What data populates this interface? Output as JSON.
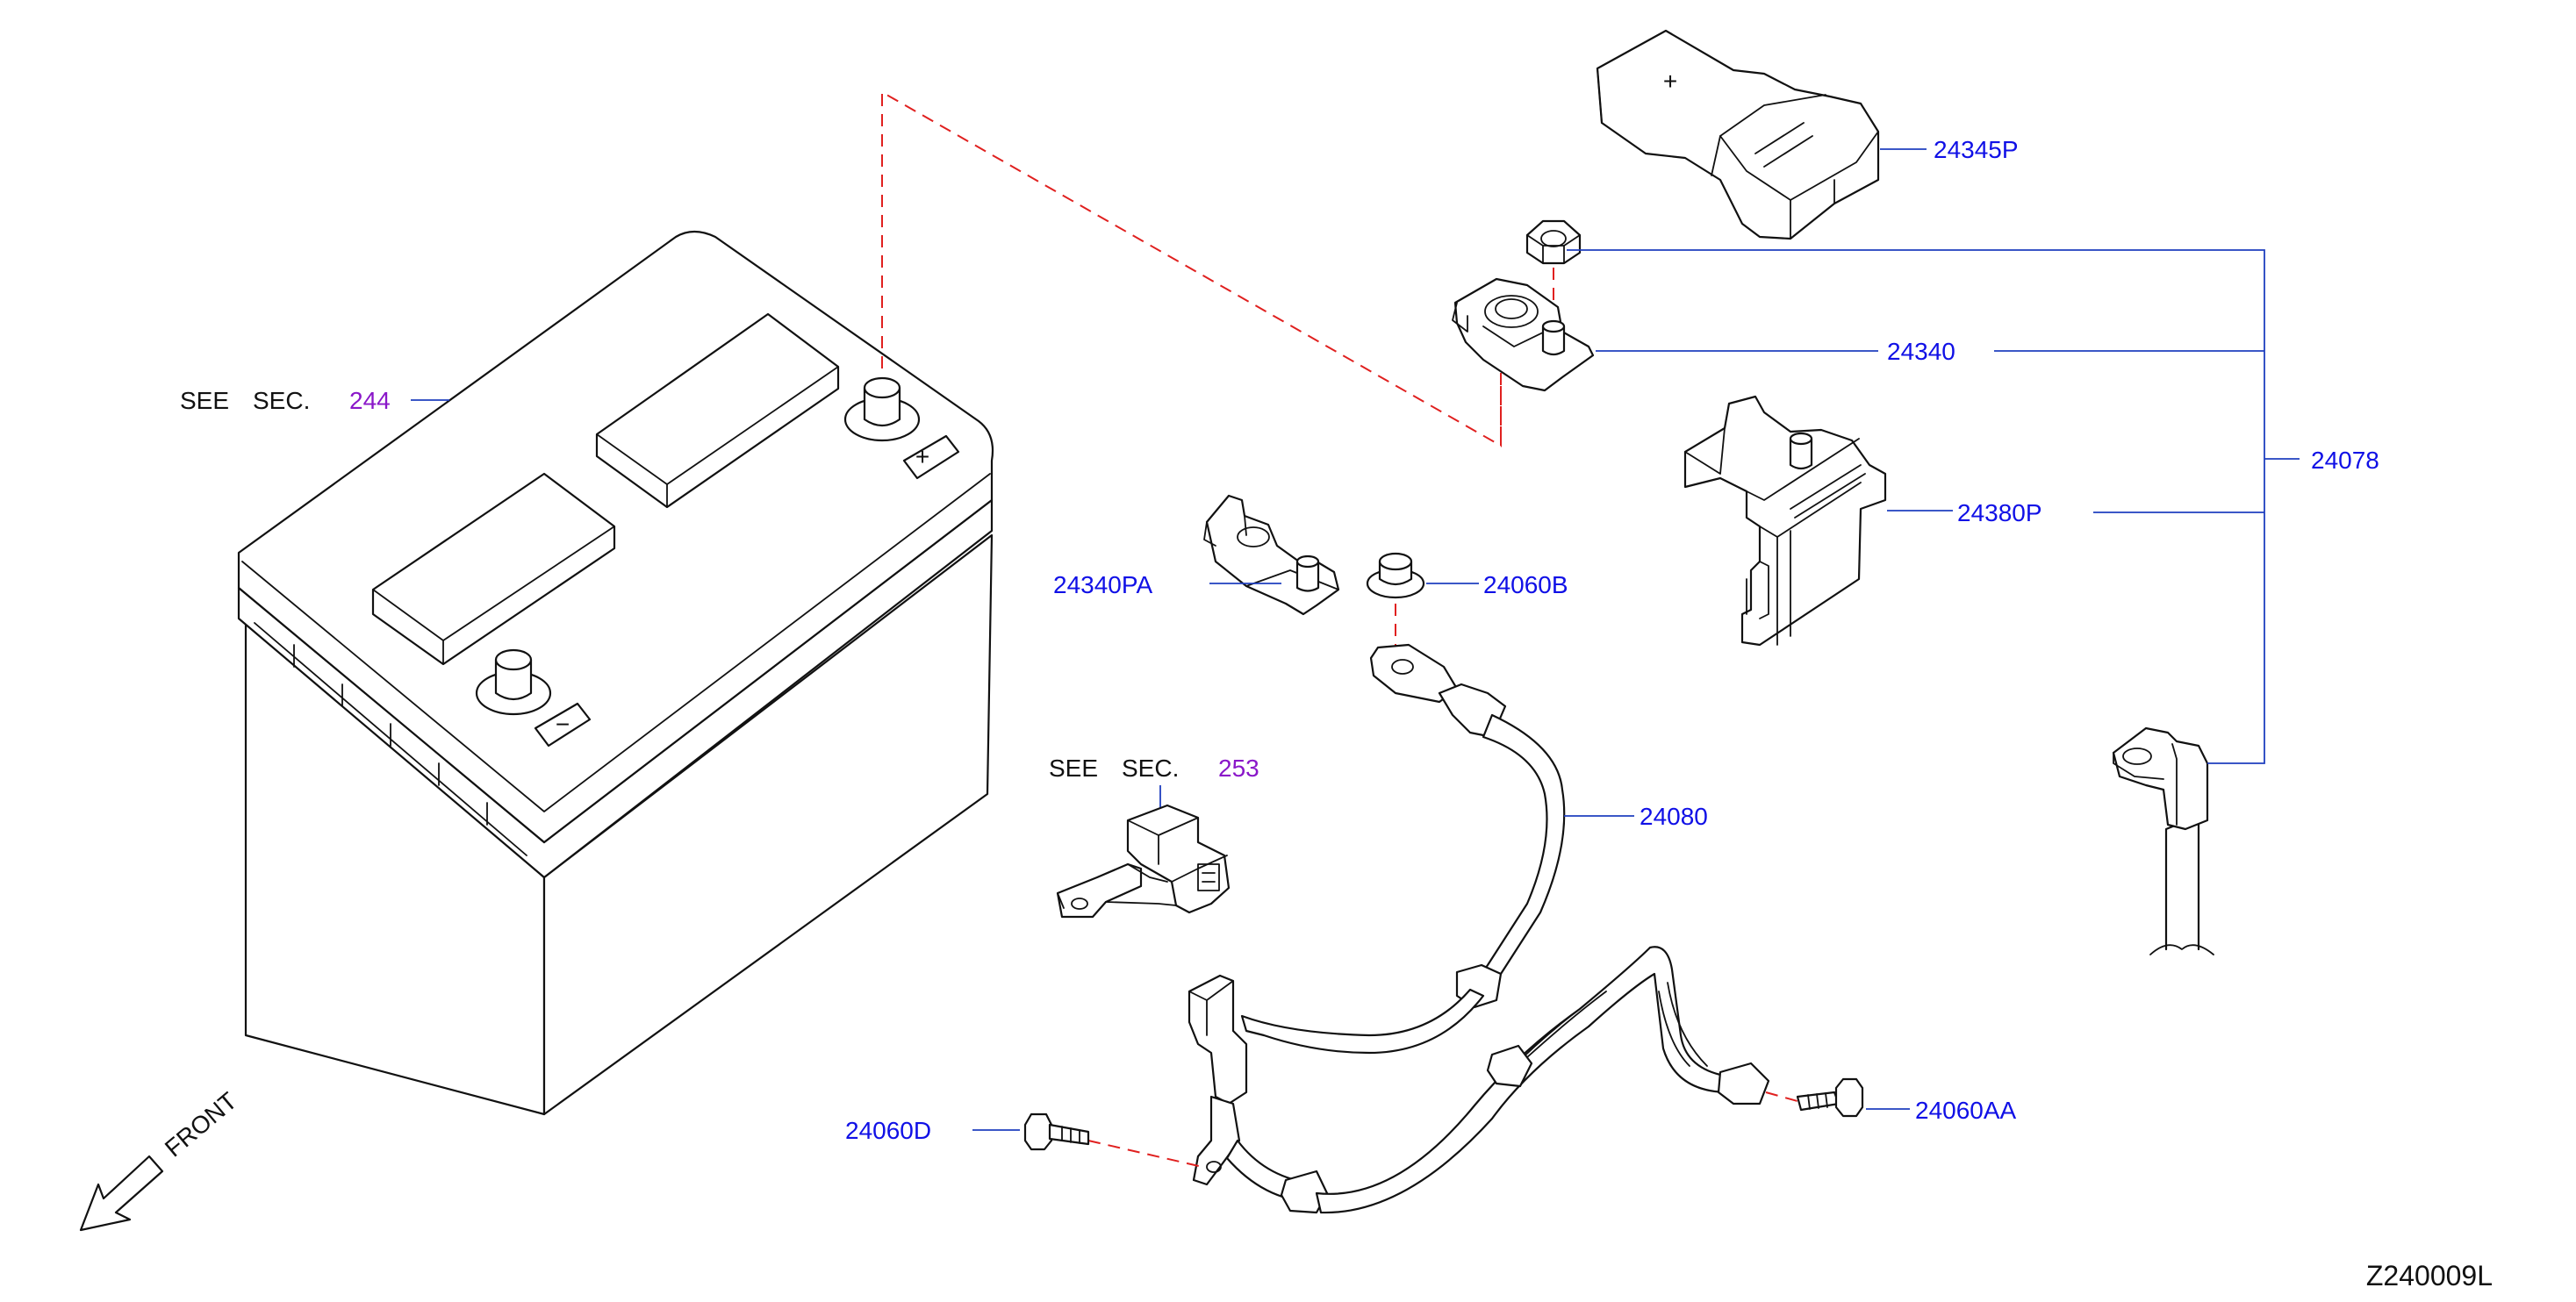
{
  "diagram_code": "Z240009L",
  "front_label": "FRONT",
  "see_sec_top": {
    "see": "SEE",
    "sec": "SEC.",
    "number": "244"
  },
  "see_sec_mid": {
    "see": "SEE",
    "sec": "SEC.",
    "number": "253"
  },
  "battery_terminals": {
    "positive": "+",
    "negative": "−"
  },
  "cover_symbol": "+",
  "part_numbers": {
    "cover": "24345P",
    "terminal": "24340",
    "fuse_block": "24380P",
    "assembly": "24078",
    "terminal_pa": "24340PA",
    "nut": "24060B",
    "cable": "24080",
    "bolt_d": "24060D",
    "bolt_aa": "24060AA"
  },
  "colors": {
    "label": "#1010e6",
    "reference": "#8a17c9",
    "leader": "#1f3fbf",
    "alignment": "#e0201f",
    "line": "#111111"
  }
}
